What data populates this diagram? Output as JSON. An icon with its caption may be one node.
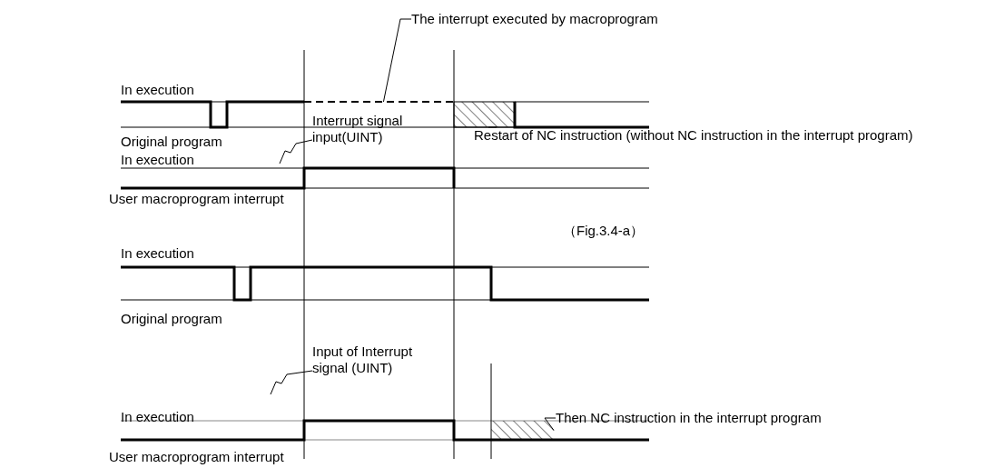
{
  "diagram": {
    "nodes": [
      {
        "text": [
          "The interrupt executed by macroprogram"
        ]
      },
      {
        "text": [
          "Interrupt signal input(UINT)"
        ]
      },
      {
        "text": [
          "Restart of NC instruction (without NC instruction in the interrupt program)"
        ]
      },
      {
        "text": [
          "Input of Interrupt signal (UINT)"
        ]
      },
      {
        "text": [
          "Then NC instruction in the interrupt program"
        ]
      },
      {
        "text": [],
        "shape": "line"
      },
      {
        "text": [],
        "shape": "box"
      },
      {
        "text": [],
        "shape": "box"
      }
    ],
    "edges": [
      {
        "from": 0,
        "to": 5,
        "arrow": "none"
      },
      {
        "from": 1,
        "to": null,
        "arrow": "none"
      },
      {
        "from": 2,
        "to": 6,
        "arrow": "none"
      },
      {
        "from": 3,
        "to": null,
        "arrow": "none"
      },
      {
        "from": 4,
        "to": 7,
        "arrow": "none"
      }
    ],
    "labels": [
      "In execution",
      "Original program",
      "In execution",
      "User macroprogram interrupt",
      "（Fig.3.4-a）",
      "In execution",
      "Original program",
      "In execution",
      "User macroprogram interrupt"
    ]
  }
}
